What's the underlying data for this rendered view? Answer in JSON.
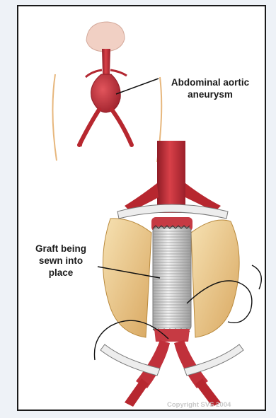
{
  "figure": {
    "labels": {
      "aneurysm_line1": "Abdominal aortic",
      "aneurysm_line2": "aneurysm",
      "graft_line1": "Graft being",
      "graft_line2": "sewn into",
      "graft_line3": "place"
    },
    "copyright": "Copyright SVS 2004"
  },
  "colors": {
    "artery": "#c8313a",
    "artery_shadow": "#8f1c26",
    "fat": "#eccc91",
    "graft": "#dcdcdc",
    "clamp": "#e6e6e6"
  }
}
